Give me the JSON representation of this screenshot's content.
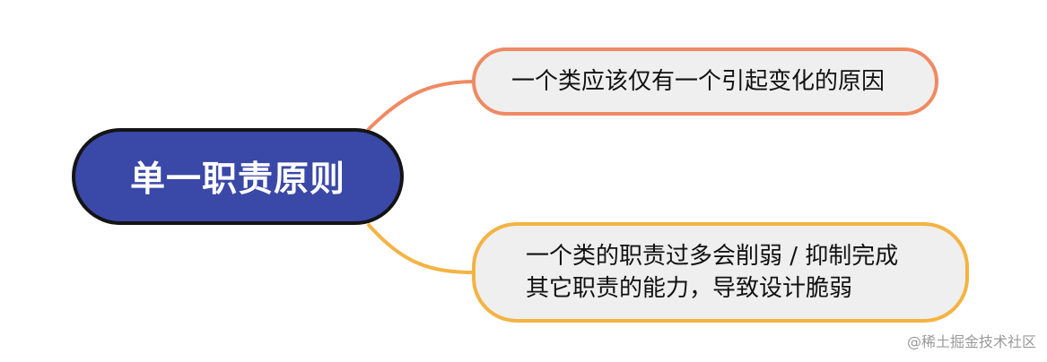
{
  "root": {
    "label": "单一职责原则",
    "fill_color": "#3a48a8",
    "border_color": "#141414"
  },
  "branches": [
    {
      "lines": [
        "一个类应该仅有一个引起变化的原因"
      ],
      "border_color": "#ef8a63",
      "connector_color": "#ef8a63"
    },
    {
      "lines": [
        "一个类的职责过多会削弱 / 抑制完成",
        "其它职责的能力，导致设计脆弱"
      ],
      "border_color": "#f4b342",
      "connector_color": "#f4b342"
    }
  ],
  "watermark": "@稀土掘金技术社区"
}
